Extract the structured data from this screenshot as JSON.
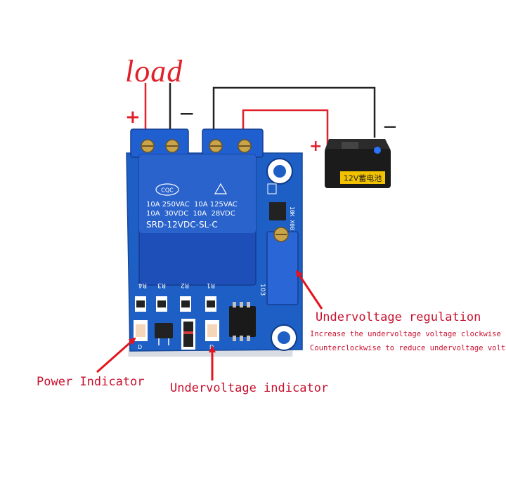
{
  "labels": {
    "load": "load",
    "load_plus": "+",
    "load_minus": "−",
    "battery_plus": "+",
    "battery_minus": "−",
    "undervoltage_regulation": "Undervoltage regulation",
    "uv_clockwise": "Increase the undervoltage voltage clockwise",
    "uv_counterclockwise": "Counterclockwise to reduce undervoltage voltage",
    "power_indicator": "Power Indicator",
    "undervoltage_indicator": "Undervoltage indicator"
  },
  "battery": {
    "label": "12V蓄电池"
  },
  "relay": {
    "brand": "CQC",
    "rating_line1": "10A 250VAC  10A 125VAC",
    "rating_line2": "10A  30VDC  10A  28VDC",
    "model": "SRD-12VDC-SL-C"
  },
  "board": {
    "resistors": [
      "R4",
      "R3",
      "R2",
      "R1"
    ],
    "pot_marking": "103",
    "pot_code": "10K X001",
    "pin_marks": [
      "D",
      "D"
    ]
  },
  "colors": {
    "board_blue": "#1d5fc4",
    "relay_blue": "#1e4fb8",
    "terminal_blue": "#1f5fcf",
    "wire_red": "#e0202a",
    "wire_black": "#222222",
    "annotation_red": "#c8102e",
    "arrow_red": "#e3141c"
  }
}
